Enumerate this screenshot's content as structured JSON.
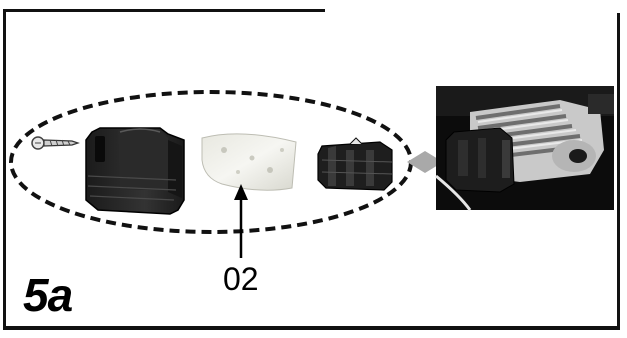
{
  "figure": {
    "step_label": "5a",
    "callout_label": "02",
    "icons": [
      "screw-icon",
      "filter-cover-icon",
      "air-filter-sponge-icon",
      "filter-holder-icon",
      "direction-arrow-icon",
      "engine-photo"
    ]
  }
}
